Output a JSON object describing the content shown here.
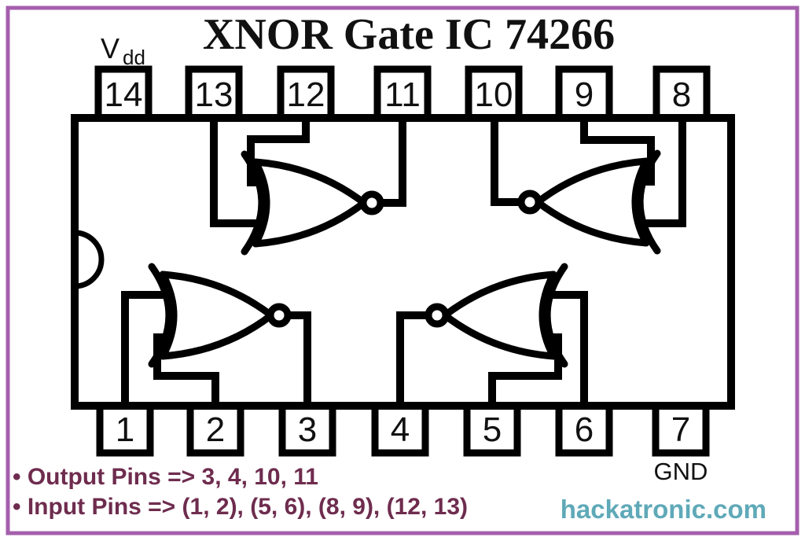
{
  "title": "XNOR Gate IC 74266",
  "power_labels": {
    "vdd_letter": "V",
    "vdd_subscript": "dd",
    "gnd": "GND"
  },
  "ic": {
    "top_pins": [
      "14",
      "13",
      "12",
      "11",
      "10",
      "9",
      "8"
    ],
    "bottom_pins": [
      "1",
      "2",
      "3",
      "4",
      "5",
      "6",
      "7"
    ]
  },
  "notes": {
    "output_pins": "• Output Pins => 3, 4, 10, 11",
    "input_pins": "• Input Pins => (1, 2), (5, 6), (8, 9), (12, 13)"
  },
  "footer": {
    "website": "hackatronic.com"
  },
  "colors": {
    "frame_border": "#a55fad",
    "diagram_line": "#000000",
    "notes_text": "#6e2c4e",
    "website_text": "#5fa9b8",
    "background": "#ffffff"
  }
}
